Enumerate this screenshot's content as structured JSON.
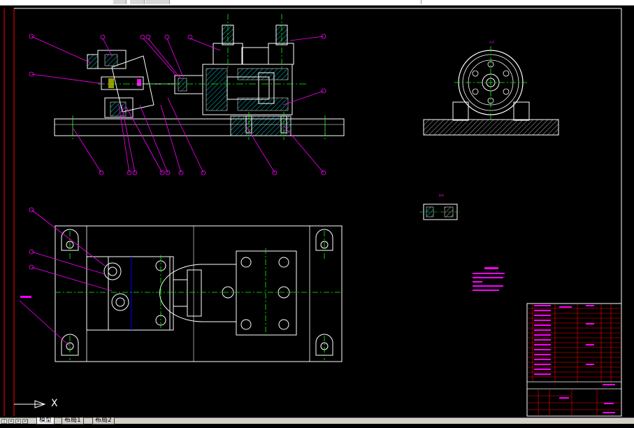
{
  "window": {
    "title": "",
    "toolbar_icons": [
      "layer-icon",
      "color-icon",
      "linetype-icon"
    ]
  },
  "drawing": {
    "background": "#000000",
    "colors": {
      "outline": "#ffffff",
      "frame": "#ff0000",
      "centerline": "#00ff00",
      "hatch": "#00ffff",
      "annotation": "#ff00ff",
      "dimension": "#00ff00"
    },
    "views": [
      "front-view",
      "side-view",
      "top-view",
      "detail-view"
    ]
  },
  "ucs": {
    "axis_label": "X"
  },
  "layout_tabs": {
    "nav_buttons": [
      "|<",
      "<",
      ">",
      ">|"
    ],
    "tabs": [
      {
        "label": "模型",
        "active": true
      },
      {
        "label": "布局1",
        "active": false
      },
      {
        "label": "布局2",
        "active": false
      }
    ]
  }
}
